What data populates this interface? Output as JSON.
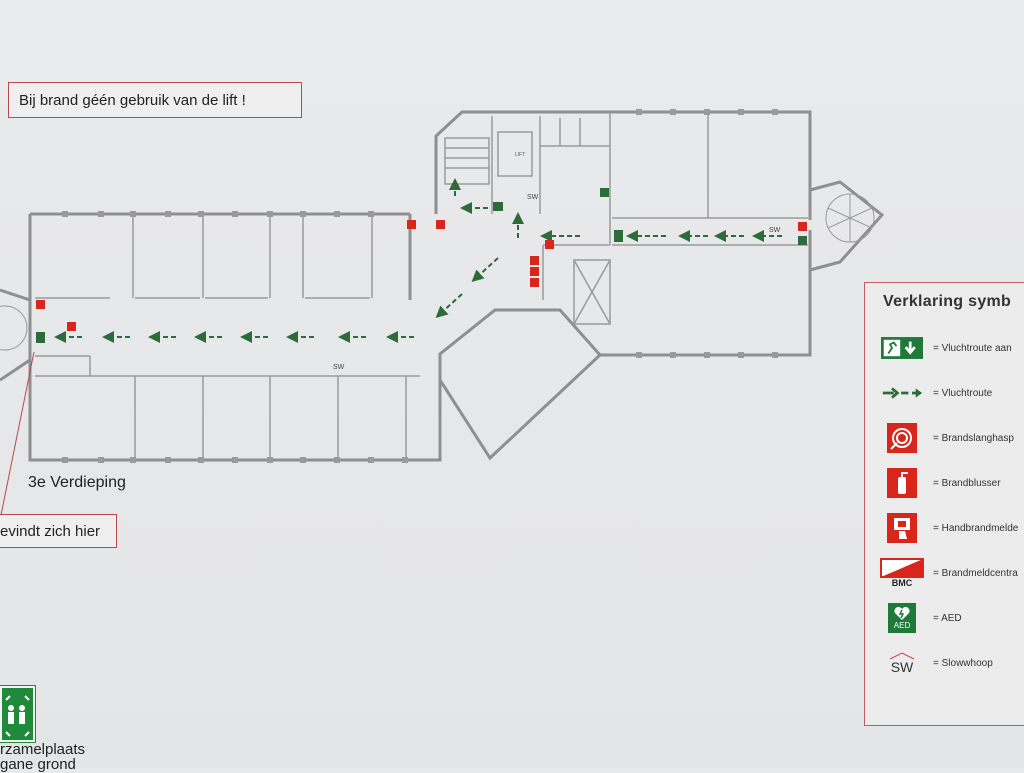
{
  "notes": {
    "warning": "Bij brand géén gebruik van de lift !",
    "you_are_here": "evindt zich hier",
    "floor": "3e Verdieping"
  },
  "plan": {
    "lift_label": "LIFT",
    "sw_label": "SW"
  },
  "legend": {
    "title": "Verklaring symb",
    "items": [
      {
        "icon": "exit-route-sign-icon",
        "label": "= Vluchtroute aan"
      },
      {
        "icon": "escape-route-arrow-icon",
        "label": "= Vluchtroute"
      },
      {
        "icon": "fire-hose-reel-icon",
        "label": "= Brandslanghasp"
      },
      {
        "icon": "fire-extinguisher-icon",
        "label": "= Brandblusser"
      },
      {
        "icon": "manual-call-point-icon",
        "label": "= Handbrandmelde"
      },
      {
        "icon": "fire-alarm-panel-icon",
        "label": "= Brandmeldcentra",
        "badge": "BMC"
      },
      {
        "icon": "aed-icon",
        "label": "= AED",
        "badge": "AED"
      },
      {
        "icon": "slow-whoop-icon",
        "label": "= Slowwhoop",
        "badge": "SW"
      }
    ]
  },
  "assembly": {
    "line1": "rzamelplaats",
    "line2": "gane grond"
  },
  "colors": {
    "wall": "#8a8a8a",
    "route_green": "#2e6b3a",
    "fire_red": "#d9261c",
    "note_border": "#b94a4a"
  }
}
